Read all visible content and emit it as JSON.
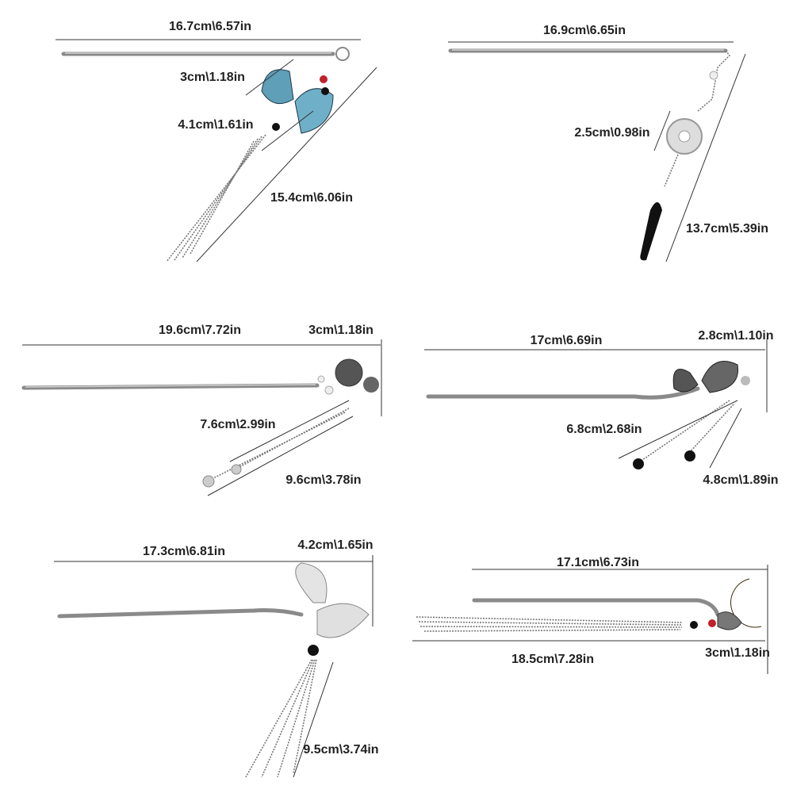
{
  "panels": [
    {
      "name": "butterfly-tassel-hairpin",
      "labels": {
        "length": "16.7cm\\6.57in",
        "ornament_width": "3cm\\1.18in",
        "ornament_height": "4.1cm\\1.61in",
        "tassel": "15.4cm\\6.06in"
      }
    },
    {
      "name": "jade-disc-hairpin",
      "labels": {
        "length": "16.9cm\\6.65in",
        "disc": "2.5cm\\0.98in",
        "pendant": "13.7cm\\5.39in"
      }
    },
    {
      "name": "rose-hairpin",
      "labels": {
        "length": "19.6cm\\7.72in",
        "ornament": "3cm\\1.18in",
        "short_chain": "7.6cm\\2.99in",
        "long_chain": "9.6cm\\3.78in"
      }
    },
    {
      "name": "black-butterfly-hairpin",
      "labels": {
        "length": "17cm\\6.69in",
        "ornament": "2.8cm\\1.10in",
        "long_chain": "6.8cm\\2.68in",
        "short_chain": "4.8cm\\1.89in"
      }
    },
    {
      "name": "silver-butterfly-hairpin",
      "labels": {
        "length": "17.3cm\\6.81in",
        "ornament": "4.2cm\\1.65in",
        "tassel": "9.5cm\\3.74in"
      }
    },
    {
      "name": "moon-tassel-hairpin",
      "labels": {
        "length": "17.1cm\\6.73in",
        "tassel": "18.5cm\\7.28in",
        "ornament": "3cm\\1.18in"
      }
    }
  ],
  "colors": {
    "stick": "#8a8a8a",
    "blue_butterfly": "#5f9fb8",
    "red_bead": "#c0202a",
    "black_bead": "#111111",
    "moon": "#8a6a3a"
  }
}
